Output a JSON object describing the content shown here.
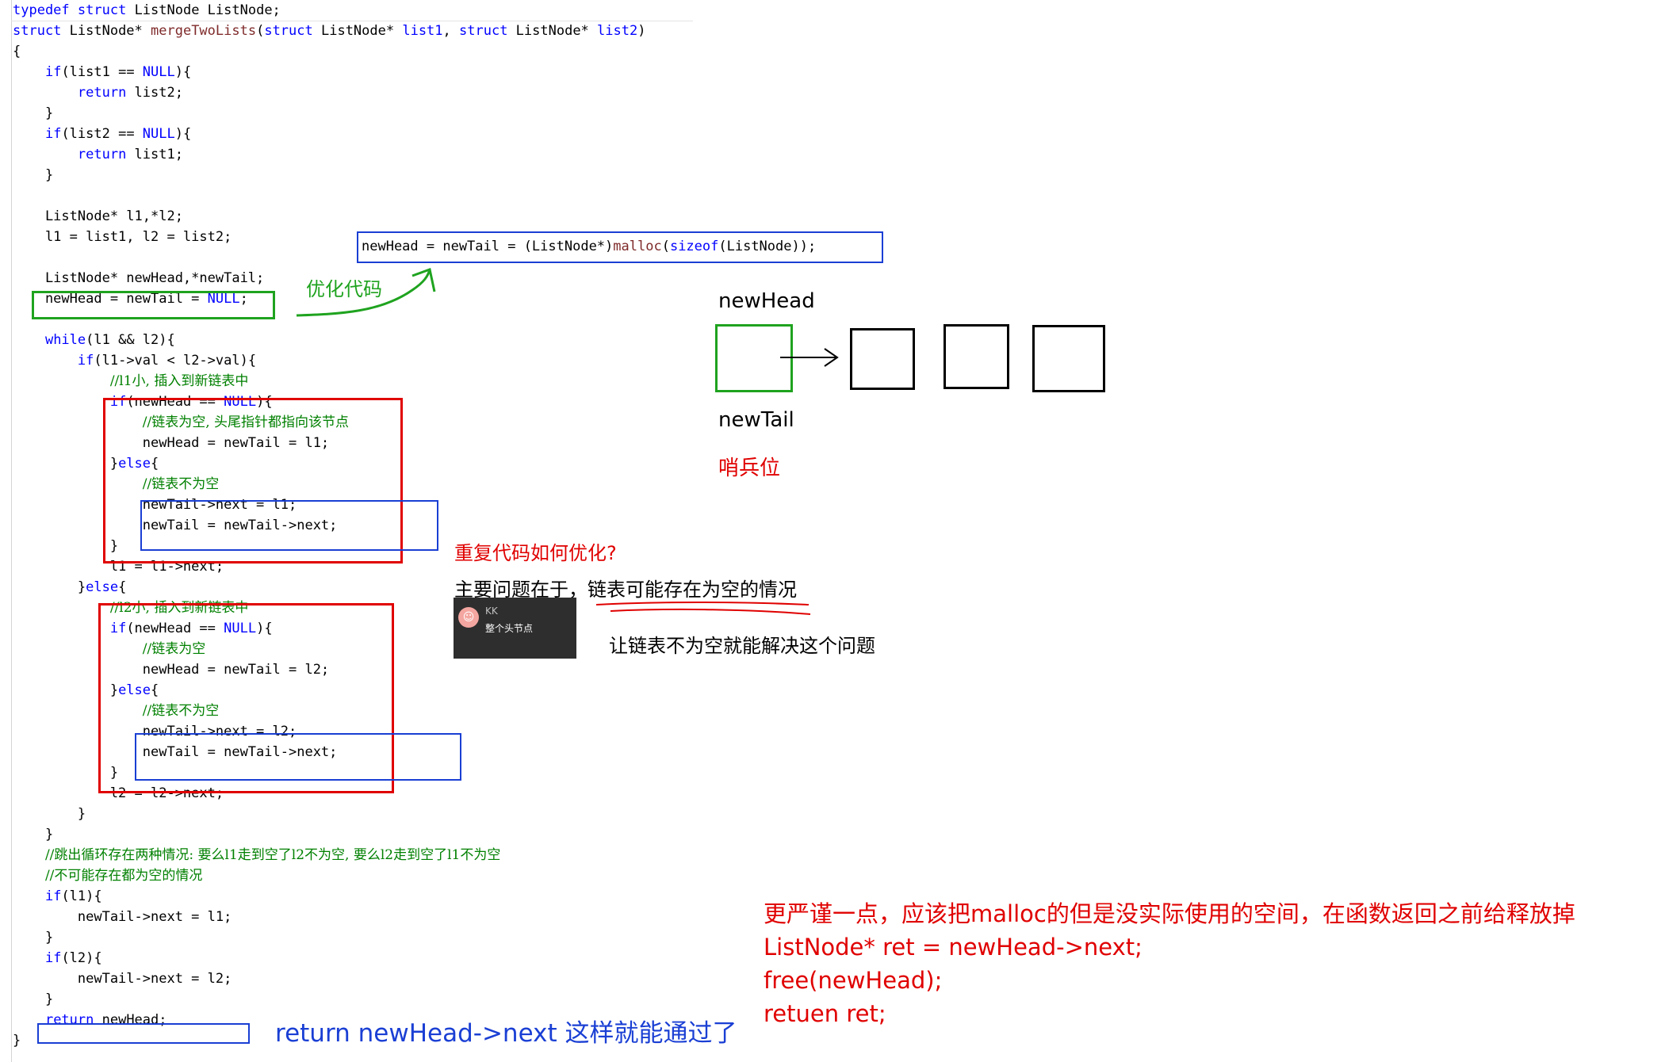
{
  "code": {
    "lines": [
      [
        {
          "t": "typedef",
          "c": "kw"
        },
        {
          "t": " "
        },
        {
          "t": "struct",
          "c": "kw"
        },
        {
          "t": " ListNode ListNode;"
        }
      ],
      [
        {
          "t": "struct",
          "c": "kw"
        },
        {
          "t": " ListNode* "
        },
        {
          "t": "mergeTwoLists",
          "c": "fn"
        },
        {
          "t": "("
        },
        {
          "t": "struct",
          "c": "kw"
        },
        {
          "t": " ListNode* "
        },
        {
          "t": "list1",
          "c": "kw"
        },
        {
          "t": ", "
        },
        {
          "t": "struct",
          "c": "kw"
        },
        {
          "t": " ListNode* "
        },
        {
          "t": "list2",
          "c": "kw"
        },
        {
          "t": ")"
        }
      ],
      [
        {
          "t": "{"
        }
      ],
      [
        {
          "t": "    "
        },
        {
          "t": "if",
          "c": "kw"
        },
        {
          "t": "(list1 == "
        },
        {
          "t": "NULL",
          "c": "kw"
        },
        {
          "t": "){"
        }
      ],
      [
        {
          "t": "        "
        },
        {
          "t": "return",
          "c": "kw"
        },
        {
          "t": " list2;"
        }
      ],
      [
        {
          "t": "    }"
        }
      ],
      [
        {
          "t": "    "
        },
        {
          "t": "if",
          "c": "kw"
        },
        {
          "t": "(list2 == "
        },
        {
          "t": "NULL",
          "c": "kw"
        },
        {
          "t": "){"
        }
      ],
      [
        {
          "t": "        "
        },
        {
          "t": "return",
          "c": "kw"
        },
        {
          "t": " list1;"
        }
      ],
      [
        {
          "t": "    }"
        }
      ],
      [],
      [
        {
          "t": "    ListNode* l1,*l2;"
        }
      ],
      [
        {
          "t": "    l1 = list1, l2 = list2;"
        }
      ],
      [],
      [
        {
          "t": "    ListNode* newHead,*newTail;"
        }
      ],
      [
        {
          "t": "    newHead = newTail = "
        },
        {
          "t": "NULL",
          "c": "kw"
        },
        {
          "t": ";"
        }
      ],
      [],
      [
        {
          "t": "    "
        },
        {
          "t": "while",
          "c": "kw"
        },
        {
          "t": "(l1 && l2){"
        }
      ],
      [
        {
          "t": "        "
        },
        {
          "t": "if",
          "c": "kw"
        },
        {
          "t": "(l1->val < l2->val){"
        }
      ],
      [
        {
          "t": "            "
        },
        {
          "t": "//l1小, 插入到新链表中",
          "c": "cm"
        }
      ],
      [
        {
          "t": "            "
        },
        {
          "t": "if",
          "c": "kw"
        },
        {
          "t": "(newHead == "
        },
        {
          "t": "NULL",
          "c": "kw"
        },
        {
          "t": "){"
        }
      ],
      [
        {
          "t": "                "
        },
        {
          "t": "//链表为空, 头尾指针都指向该节点",
          "c": "cm"
        }
      ],
      [
        {
          "t": "                newHead = newTail = l1;"
        }
      ],
      [
        {
          "t": "            }"
        },
        {
          "t": "else",
          "c": "kw"
        },
        {
          "t": "{"
        }
      ],
      [
        {
          "t": "                "
        },
        {
          "t": "//链表不为空",
          "c": "cm"
        }
      ],
      [
        {
          "t": "                newTail->next = l1;"
        }
      ],
      [
        {
          "t": "                newTail = newTail->next;"
        }
      ],
      [
        {
          "t": "            }"
        }
      ],
      [
        {
          "t": "            l1 = l1->next;"
        }
      ],
      [
        {
          "t": "        }"
        },
        {
          "t": "else",
          "c": "kw"
        },
        {
          "t": "{"
        }
      ],
      [
        {
          "t": "            "
        },
        {
          "t": "//l2小, 插入到新链表中",
          "c": "cm"
        }
      ],
      [
        {
          "t": "            "
        },
        {
          "t": "if",
          "c": "kw"
        },
        {
          "t": "(newHead == "
        },
        {
          "t": "NULL",
          "c": "kw"
        },
        {
          "t": "){"
        }
      ],
      [
        {
          "t": "                "
        },
        {
          "t": "//链表为空",
          "c": "cm"
        }
      ],
      [
        {
          "t": "                newHead = newTail = l2;"
        }
      ],
      [
        {
          "t": "            }"
        },
        {
          "t": "else",
          "c": "kw"
        },
        {
          "t": "{"
        }
      ],
      [
        {
          "t": "                "
        },
        {
          "t": "//链表不为空",
          "c": "cm"
        }
      ],
      [
        {
          "t": "                newTail->next = l2;"
        }
      ],
      [
        {
          "t": "                newTail = newTail->next;"
        }
      ],
      [
        {
          "t": "            }"
        }
      ],
      [
        {
          "t": "            l2 = l2->next;"
        }
      ],
      [
        {
          "t": "        }"
        }
      ],
      [
        {
          "t": "    }"
        }
      ],
      [
        {
          "t": "    "
        },
        {
          "t": "//跳出循环存在两种情况: 要么l1走到空了l2不为空, 要么l2走到空了l1不为空",
          "c": "cm"
        }
      ],
      [
        {
          "t": "    "
        },
        {
          "t": "//不可能存在都为空的情况",
          "c": "cm"
        }
      ],
      [
        {
          "t": "    "
        },
        {
          "t": "if",
          "c": "kw"
        },
        {
          "t": "(l1){"
        }
      ],
      [
        {
          "t": "        newTail->next = l1;"
        }
      ],
      [
        {
          "t": "    }"
        }
      ],
      [
        {
          "t": "    "
        },
        {
          "t": "if",
          "c": "kw"
        },
        {
          "t": "(l2){"
        }
      ],
      [
        {
          "t": "        newTail->next = l2;"
        }
      ],
      [
        {
          "t": "    }"
        }
      ],
      [
        {
          "t": "    "
        },
        {
          "t": "return",
          "c": "kw"
        },
        {
          "t": " newHead;"
        }
      ],
      [
        {
          "t": "}"
        }
      ]
    ]
  },
  "snippet": [
    {
      "t": "newHead = newTail = (ListNode*)"
    },
    {
      "t": "malloc",
      "c": "fn"
    },
    {
      "t": "("
    },
    {
      "t": "sizeof",
      "c": "kw"
    },
    {
      "t": "(ListNode));"
    }
  ],
  "notes": {
    "optimize": "优化代码",
    "newhead": "newHead",
    "newtail": "newTail",
    "sentinel": "哨兵位",
    "repeat_question": "重复代码如何优化?",
    "main_issue": "主要问题在于，",
    "main_issue_em": "链表可能存在为空的情况",
    "solution": "让链表不为空就能解决这个问题",
    "return_fix": "return newHead->next  这样就能通过了",
    "free_1": "更严谨一点，应该把malloc的但是没实际使用的空间，在函数返回之前给释放掉",
    "free_2": "ListNode* ret = newHead->next;",
    "free_3": "free(newHead);",
    "free_4": "retuen ret;",
    "popup_user": "KK",
    "popup_msg": "整个头节点"
  },
  "colors": {
    "red": "#e00000",
    "blue": "#1a3fd4",
    "green": "#1fa31f",
    "keyword": "#0000ff",
    "comment": "#008000"
  }
}
